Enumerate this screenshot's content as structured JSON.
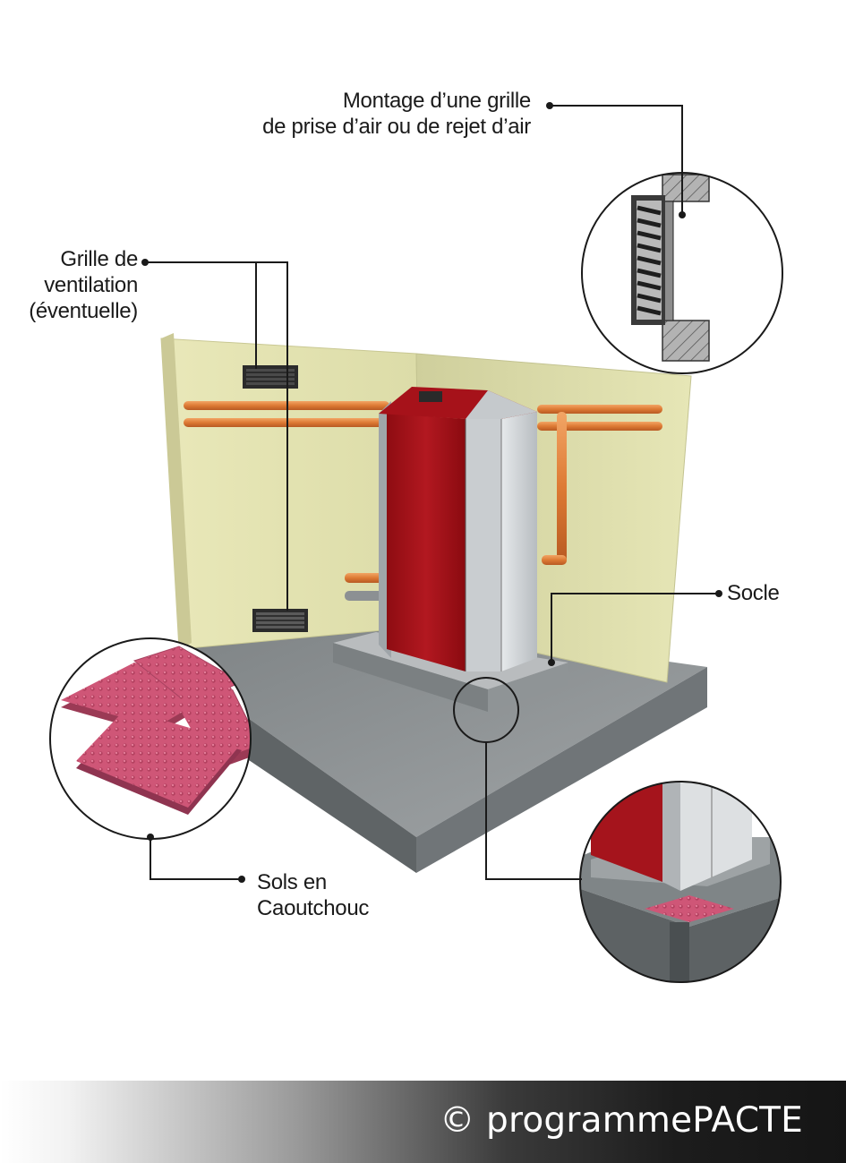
{
  "labels": {
    "montage": [
      "Montage d’une grille",
      "de prise d’air ou de rejet d’air"
    ],
    "grille": [
      "Grille de",
      "ventilation",
      "(éventuelle)"
    ],
    "socle": "Socle",
    "sols": [
      "Sols en",
      "Caoutchouc"
    ]
  },
  "footer": {
    "copyright": "© programmePACTE"
  },
  "colors": {
    "wall": "#e8e6b6",
    "floor": "#8e9294",
    "unit_red": "#a5141c",
    "unit_panel": "#d9dde0",
    "pipe": "#e0813a",
    "rubber": "#c9506f"
  }
}
